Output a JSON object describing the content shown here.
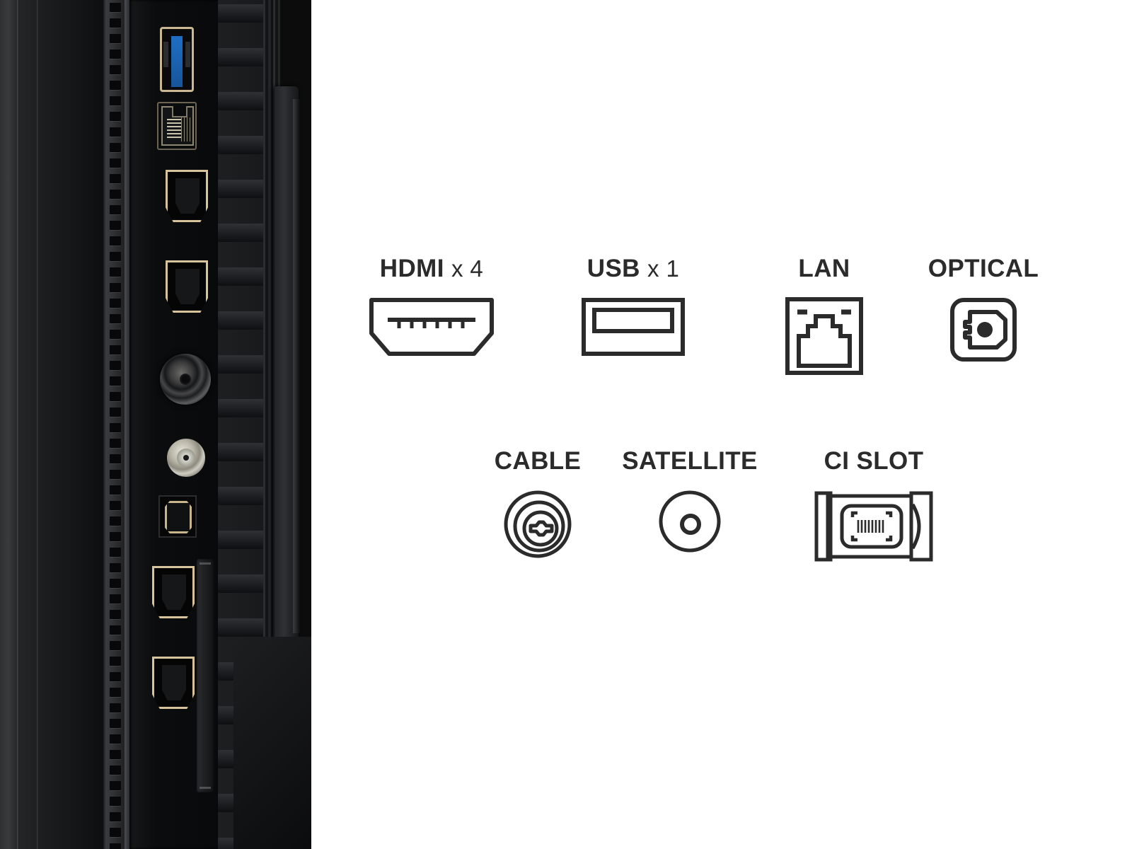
{
  "page": {
    "background_color": "#ffffff",
    "label_color": "#2b2b2b"
  },
  "photo": {
    "subject": "tv-rear-port-panel",
    "accent_port_color": "#1f6fc4",
    "connector_trim_color": "#d8c49a",
    "ports_visible": [
      "usb-3-port",
      "lan-rj45-port",
      "hdmi-port",
      "hdmi-port",
      "coax-cable-antenna-port",
      "satellite-f-connector-port",
      "optical-toslink-port",
      "hdmi-port",
      "hdmi-port",
      "ci-card-slot"
    ]
  },
  "specs": {
    "row1": [
      {
        "key": "hdmi",
        "name": "HDMI",
        "qty": "x 4",
        "icon": "hdmi-connector-icon"
      },
      {
        "key": "usb",
        "name": "USB",
        "qty": "x 1",
        "icon": "usb-connector-icon"
      },
      {
        "key": "lan",
        "name": "LAN",
        "qty": "",
        "icon": "lan-rj45-connector-icon"
      },
      {
        "key": "optical",
        "name": "OPTICAL",
        "qty": "",
        "icon": "optical-toslink-connector-icon"
      }
    ],
    "row2": [
      {
        "key": "cable",
        "name": "CABLE",
        "qty": "",
        "icon": "coax-cable-connector-icon"
      },
      {
        "key": "satellite",
        "name": "SATELLITE",
        "qty": "",
        "icon": "satellite-f-connector-icon"
      },
      {
        "key": "cislot",
        "name": "CI SLOT",
        "qty": "",
        "icon": "ci-card-slot-icon"
      }
    ]
  },
  "labels": {
    "hdmi_name": "HDMI",
    "hdmi_qty": "x 4",
    "usb_name": "USB",
    "usb_qty": "x 1",
    "lan_name": "LAN",
    "optical_name": "OPTICAL",
    "cable_name": "CABLE",
    "satellite_name": "SATELLITE",
    "cislot_name": "CI SLOT"
  }
}
